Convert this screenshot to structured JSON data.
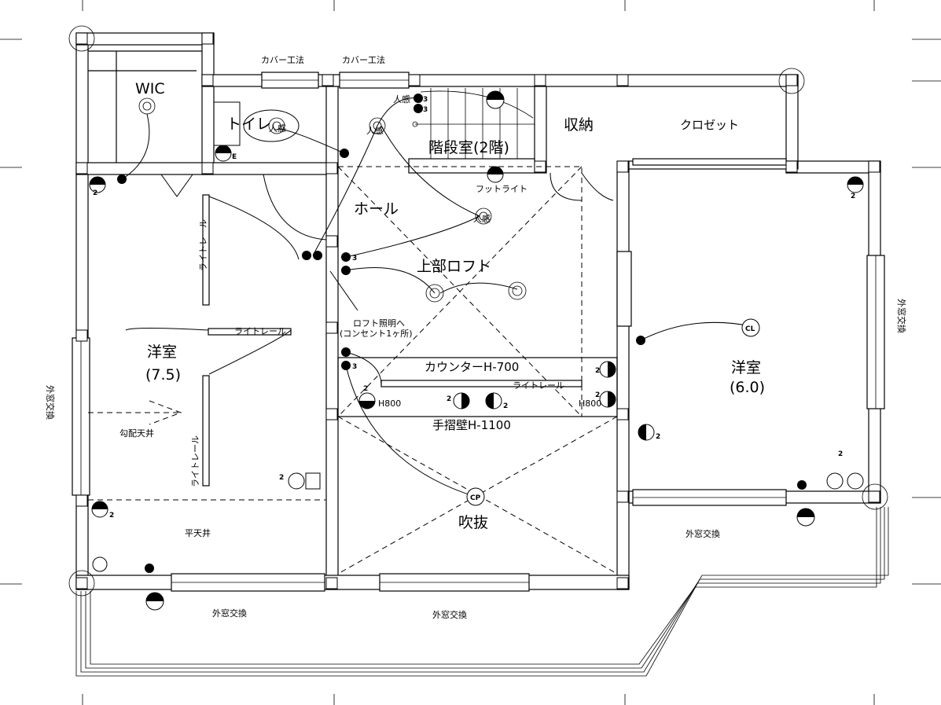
{
  "rooms": {
    "wic": "WIC",
    "toilet": "トイレ",
    "stair": "階段室(2階)",
    "storage": "収納",
    "closet": "クロゼット",
    "hall": "ホール",
    "loft": "上部ロフト",
    "western_left": "洋室",
    "western_left_size": "(7.5)",
    "western_right": "洋室",
    "western_right_size": "(6.0)",
    "void": "吹抜"
  },
  "notes": {
    "cover_method_1": "カバー工法",
    "cover_method_2": "カバー工法",
    "sensor_1": "人感",
    "sensor_2": "人感",
    "sensor_3": "人感",
    "sensor_4": "人感",
    "footlight": "フットライト",
    "light_rail_1": "ライトレール",
    "light_rail_2": "ライトレール",
    "light_rail_3": "ライトレール",
    "light_rail_4": "ライトレール",
    "loft_light_1": "ロフト照明へ",
    "loft_light_2": "(コンセント1ヶ所)",
    "counter": "カウンターH-700",
    "h800_1": "H800",
    "h800_2": "H800",
    "handrail_wall": "手摺壁H-1100",
    "sloped_ceiling": "勾配天井",
    "flat_ceiling": "平天井",
    "window_replace_right_bottom": "外窓交換",
    "window_replace_bottom_left": "外窓交換",
    "window_replace_bottom_mid": "外窓交換",
    "window_replace_left": "外窓交換",
    "window_replace_right": "外窓交換"
  },
  "symbols": {
    "cp": "CP",
    "cl": "CL",
    "e": "E",
    "n2": "2",
    "n3": "3"
  }
}
